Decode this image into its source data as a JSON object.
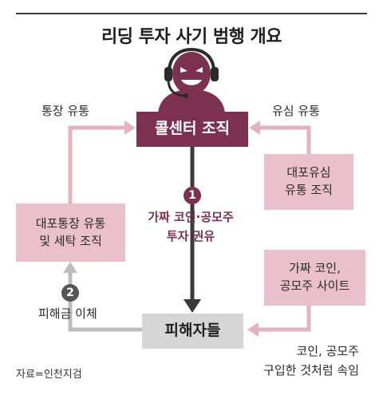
{
  "title": "리딩 투자 사기 범행 개요",
  "nodes": {
    "call_center": "콜센터 조직",
    "usim_org": [
      "대포유심",
      "유통 조직"
    ],
    "bank_org": [
      "대포통장 유통",
      "및 세탁 조직"
    ],
    "fake_site": [
      "가짜 코인,",
      "공모주 사이트"
    ],
    "victims": "피해자들"
  },
  "labels": {
    "bank_flow": "통장 유통",
    "usim_flow": "유심 유통",
    "step1_num": "1",
    "step1_text": [
      "가짜 코인·공모주",
      "투자 권유"
    ],
    "step2_num": "2",
    "step2_text": "피해금 이체",
    "deception": [
      "코인, 공모주",
      "구입한 것처럼 속임"
    ]
  },
  "source": "자료=인천지검",
  "colors": {
    "primary": "#7d3151",
    "pink_box": "#e9c0cb",
    "pink_line": "#e4b3c0",
    "gray_box": "#d6d6d6",
    "gray_line": "#bdbdbd",
    "dark_arrow": "#3a3a3a"
  }
}
